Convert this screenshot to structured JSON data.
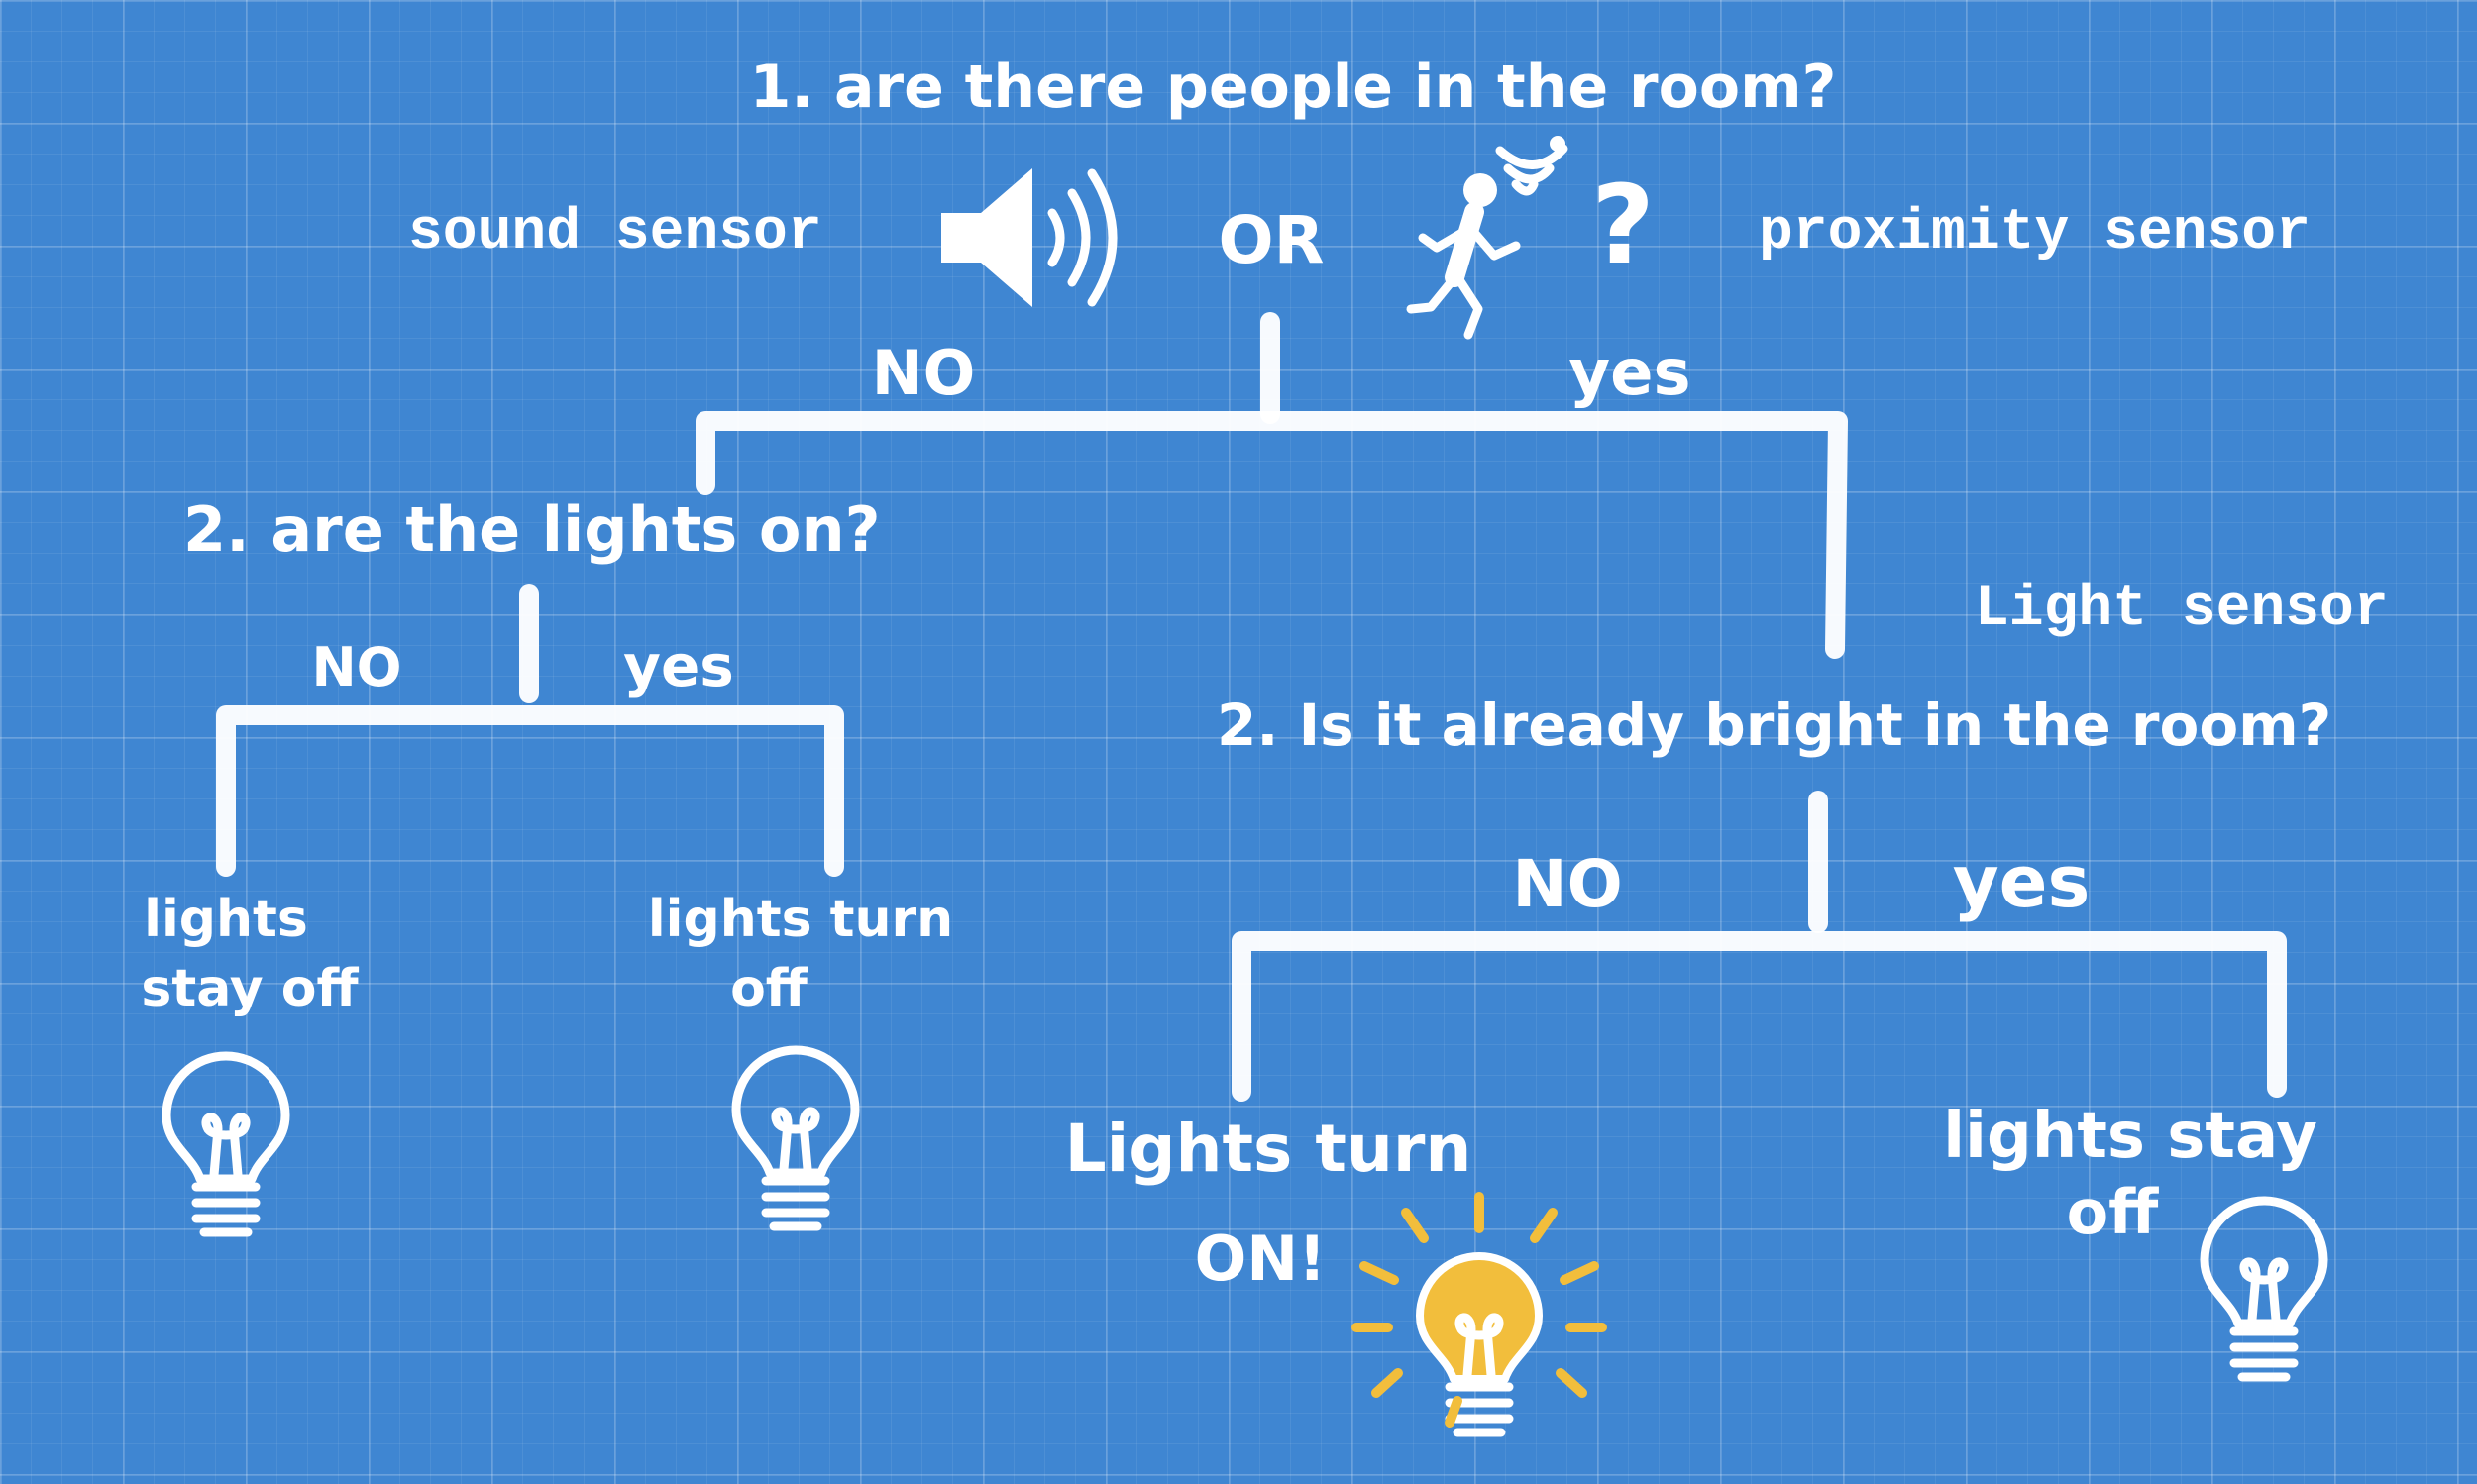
{
  "colors": {
    "background": "#3f86d2",
    "ink": "#ffffff",
    "bulb_on": "#f2be3c"
  },
  "root": {
    "question": "1. are there people in the room?",
    "connector": "OR",
    "sound_label": "sound sensor",
    "proximity_label": "proximity sensor",
    "proximity_mark": "?",
    "icons": [
      "speaker-icon",
      "running-person-icon"
    ],
    "no_label": "NO",
    "yes_label": "yes"
  },
  "left": {
    "question": "2. are the lights on?",
    "no_label": "NO",
    "yes_label": "yes",
    "outcome_no": {
      "line1": "lights",
      "line2": "stay off",
      "bulb": "off"
    },
    "outcome_yes": {
      "line1": "lights turn",
      "line2": "off",
      "bulb": "off"
    }
  },
  "right": {
    "sensor_label": "Light sensor",
    "question": "2. Is it already bright in the room?",
    "no_label": "NO",
    "yes_label": "yes",
    "outcome_no": {
      "line1": "Lights turn",
      "line2": "ON!",
      "bulb": "on"
    },
    "outcome_yes": {
      "line1": "lights stay",
      "line2": "off",
      "bulb": "off"
    }
  }
}
